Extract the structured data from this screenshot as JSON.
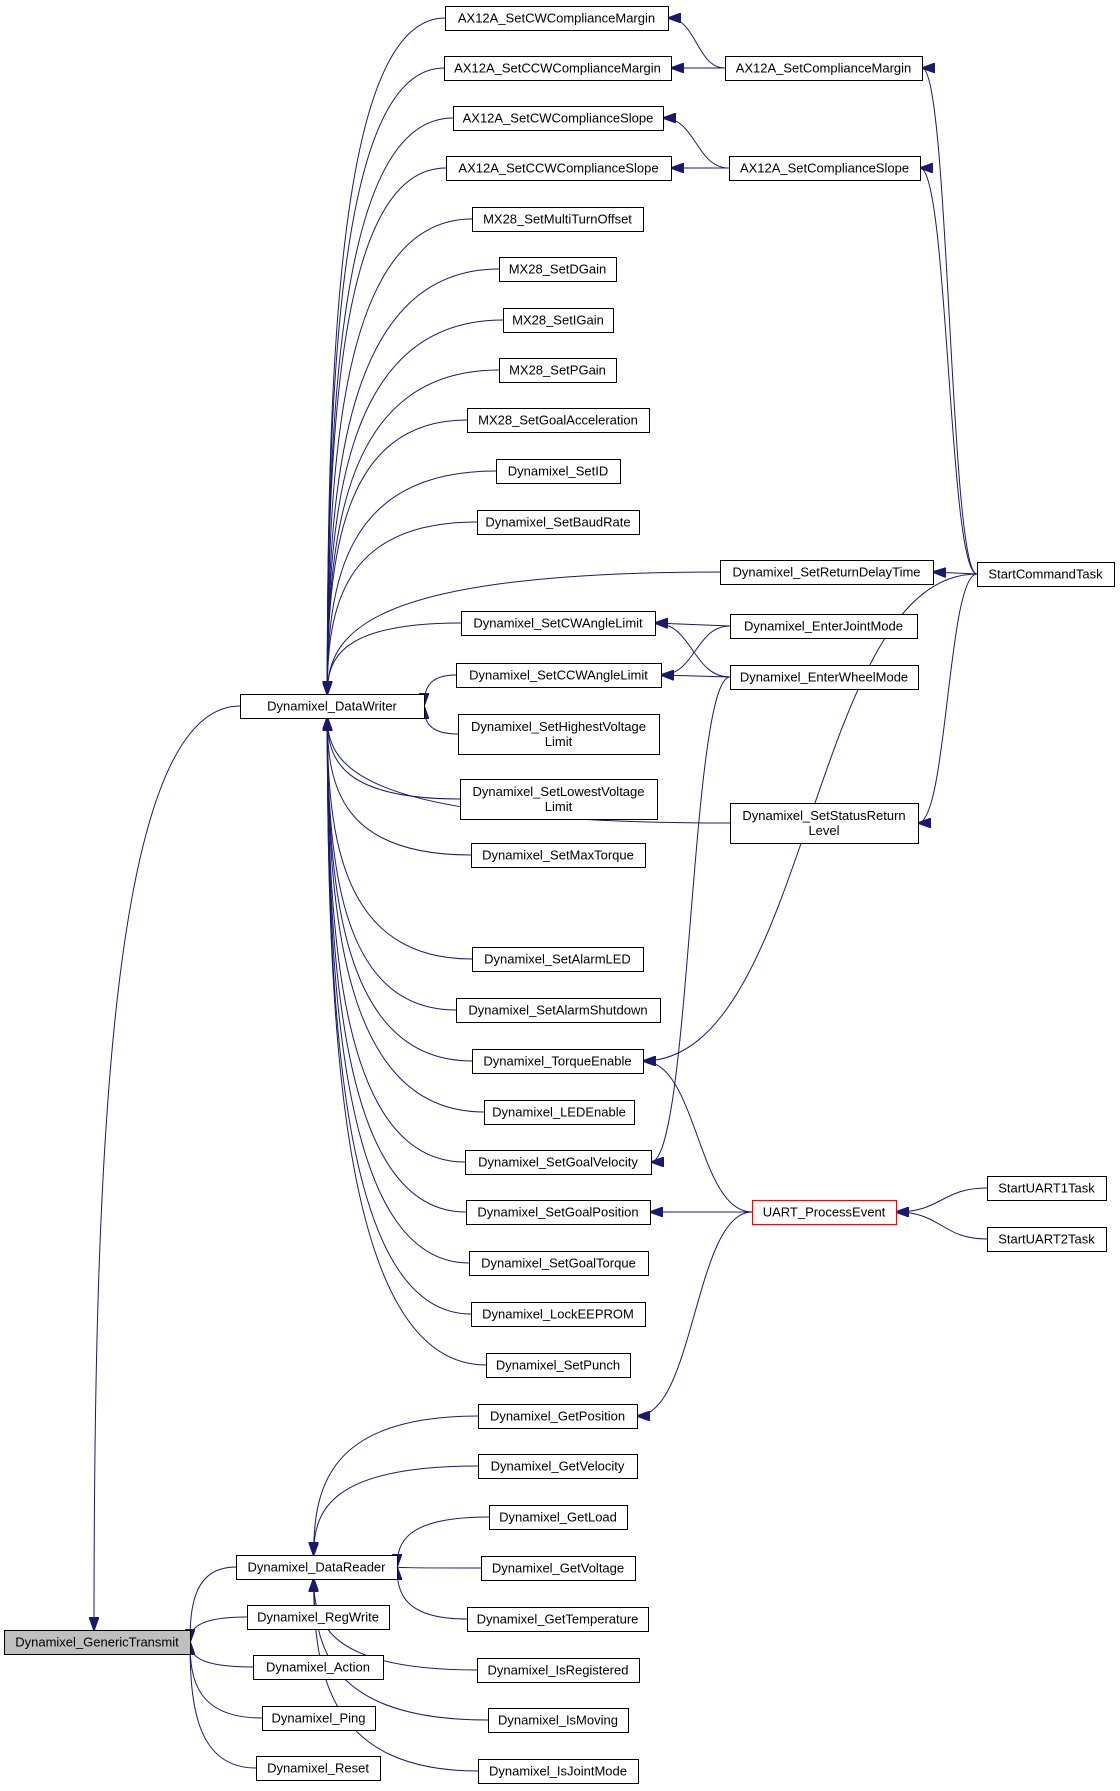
{
  "graph": {
    "nodes": [
      {
        "id": "root",
        "lines": [
          "Dynamixel_GenericTransmit"
        ],
        "style": "root"
      },
      {
        "id": "DW",
        "lines": [
          "Dynamixel_DataWriter"
        ]
      },
      {
        "id": "DR",
        "lines": [
          "Dynamixel_DataReader"
        ]
      },
      {
        "id": "RW",
        "lines": [
          "Dynamixel_RegWrite"
        ]
      },
      {
        "id": "ACT",
        "lines": [
          "Dynamixel_Action"
        ]
      },
      {
        "id": "PING",
        "lines": [
          "Dynamixel_Ping"
        ]
      },
      {
        "id": "RST",
        "lines": [
          "Dynamixel_Reset"
        ]
      },
      {
        "id": "A1",
        "lines": [
          "AX12A_SetCWComplianceMargin"
        ]
      },
      {
        "id": "A2",
        "lines": [
          "AX12A_SetCCWComplianceMargin"
        ]
      },
      {
        "id": "A3",
        "lines": [
          "AX12A_SetCWComplianceSlope"
        ]
      },
      {
        "id": "A4",
        "lines": [
          "AX12A_SetCCWComplianceSlope"
        ]
      },
      {
        "id": "M1",
        "lines": [
          "MX28_SetMultiTurnOffset"
        ]
      },
      {
        "id": "M2",
        "lines": [
          "MX28_SetDGain"
        ]
      },
      {
        "id": "M3",
        "lines": [
          "MX28_SetIGain"
        ]
      },
      {
        "id": "M4",
        "lines": [
          "MX28_SetPGain"
        ]
      },
      {
        "id": "M5",
        "lines": [
          "MX28_SetGoalAcceleration"
        ]
      },
      {
        "id": "D1",
        "lines": [
          "Dynamixel_SetID"
        ]
      },
      {
        "id": "D2",
        "lines": [
          "Dynamixel_SetBaudRate"
        ]
      },
      {
        "id": "D3",
        "lines": [
          "Dynamixel_SetReturnDelayTime"
        ]
      },
      {
        "id": "D4",
        "lines": [
          "Dynamixel_SetCWAngleLimit"
        ]
      },
      {
        "id": "D5",
        "lines": [
          "Dynamixel_SetCCWAngleLimit"
        ]
      },
      {
        "id": "D6",
        "lines": [
          "Dynamixel_SetHighestVoltage",
          "Limit"
        ]
      },
      {
        "id": "D7",
        "lines": [
          "Dynamixel_SetLowestVoltage",
          "Limit"
        ]
      },
      {
        "id": "D8",
        "lines": [
          "Dynamixel_SetMaxTorque"
        ]
      },
      {
        "id": "D9",
        "lines": [
          "Dynamixel_SetStatusReturn",
          "Level"
        ]
      },
      {
        "id": "D10",
        "lines": [
          "Dynamixel_SetAlarmLED"
        ]
      },
      {
        "id": "D11",
        "lines": [
          "Dynamixel_SetAlarmShutdown"
        ]
      },
      {
        "id": "D12",
        "lines": [
          "Dynamixel_TorqueEnable"
        ]
      },
      {
        "id": "D13",
        "lines": [
          "Dynamixel_LEDEnable"
        ]
      },
      {
        "id": "D14",
        "lines": [
          "Dynamixel_SetGoalVelocity"
        ]
      },
      {
        "id": "D15",
        "lines": [
          "Dynamixel_SetGoalPosition"
        ]
      },
      {
        "id": "D16",
        "lines": [
          "Dynamixel_SetGoalTorque"
        ]
      },
      {
        "id": "D17",
        "lines": [
          "Dynamixel_LockEEPROM"
        ]
      },
      {
        "id": "D18",
        "lines": [
          "Dynamixel_SetPunch"
        ]
      },
      {
        "id": "R1",
        "lines": [
          "Dynamixel_GetPosition"
        ]
      },
      {
        "id": "R2",
        "lines": [
          "Dynamixel_GetVelocity"
        ]
      },
      {
        "id": "R3",
        "lines": [
          "Dynamixel_GetLoad"
        ]
      },
      {
        "id": "R4",
        "lines": [
          "Dynamixel_GetVoltage"
        ]
      },
      {
        "id": "R5",
        "lines": [
          "Dynamixel_GetTemperature"
        ]
      },
      {
        "id": "R6",
        "lines": [
          "Dynamixel_IsRegistered"
        ]
      },
      {
        "id": "R7",
        "lines": [
          "Dynamixel_IsMoving"
        ]
      },
      {
        "id": "R8",
        "lines": [
          "Dynamixel_IsJointMode"
        ]
      },
      {
        "id": "CM",
        "lines": [
          "AX12A_SetComplianceMargin"
        ]
      },
      {
        "id": "CS",
        "lines": [
          "AX12A_SetComplianceSlope"
        ]
      },
      {
        "id": "JM",
        "lines": [
          "Dynamixel_EnterJointMode"
        ]
      },
      {
        "id": "WM",
        "lines": [
          "Dynamixel_EnterWheelMode"
        ]
      },
      {
        "id": "UPE",
        "lines": [
          "UART_ProcessEvent"
        ],
        "style": "red"
      },
      {
        "id": "SCT",
        "lines": [
          "StartCommandTask"
        ]
      },
      {
        "id": "SU1",
        "lines": [
          "StartUART1Task"
        ]
      },
      {
        "id": "SU2",
        "lines": [
          "StartUART2Task"
        ]
      }
    ],
    "edges": [
      [
        "DW",
        "root"
      ],
      [
        "DR",
        "root"
      ],
      [
        "RW",
        "root"
      ],
      [
        "ACT",
        "root"
      ],
      [
        "PING",
        "root"
      ],
      [
        "RST",
        "root"
      ],
      [
        "A1",
        "DW"
      ],
      [
        "A2",
        "DW"
      ],
      [
        "A3",
        "DW"
      ],
      [
        "A4",
        "DW"
      ],
      [
        "M1",
        "DW"
      ],
      [
        "M2",
        "DW"
      ],
      [
        "M3",
        "DW"
      ],
      [
        "M4",
        "DW"
      ],
      [
        "M5",
        "DW"
      ],
      [
        "D1",
        "DW"
      ],
      [
        "D2",
        "DW"
      ],
      [
        "D3",
        "DW"
      ],
      [
        "D4",
        "DW"
      ],
      [
        "D5",
        "DW"
      ],
      [
        "D6",
        "DW"
      ],
      [
        "D7",
        "DW"
      ],
      [
        "D8",
        "DW"
      ],
      [
        "D9",
        "DW"
      ],
      [
        "D10",
        "DW"
      ],
      [
        "D11",
        "DW"
      ],
      [
        "D12",
        "DW"
      ],
      [
        "D13",
        "DW"
      ],
      [
        "D14",
        "DW"
      ],
      [
        "D15",
        "DW"
      ],
      [
        "D16",
        "DW"
      ],
      [
        "D17",
        "DW"
      ],
      [
        "D18",
        "DW"
      ],
      [
        "R1",
        "DR"
      ],
      [
        "R2",
        "DR"
      ],
      [
        "R3",
        "DR"
      ],
      [
        "R4",
        "DR"
      ],
      [
        "R5",
        "DR"
      ],
      [
        "R6",
        "DR"
      ],
      [
        "R7",
        "DR"
      ],
      [
        "R8",
        "DR"
      ],
      [
        "CM",
        "A1"
      ],
      [
        "CM",
        "A2"
      ],
      [
        "CS",
        "A3"
      ],
      [
        "CS",
        "A4"
      ],
      [
        "SCT",
        "CM"
      ],
      [
        "SCT",
        "CS"
      ],
      [
        "SCT",
        "D3"
      ],
      [
        "SCT",
        "D9"
      ],
      [
        "SCT",
        "D12"
      ],
      [
        "JM",
        "D4"
      ],
      [
        "JM",
        "D5"
      ],
      [
        "WM",
        "D4"
      ],
      [
        "WM",
        "D5"
      ],
      [
        "WM",
        "D14"
      ],
      [
        "UPE",
        "D12"
      ],
      [
        "UPE",
        "D15"
      ],
      [
        "UPE",
        "R1"
      ],
      [
        "SU1",
        "UPE"
      ],
      [
        "SU2",
        "UPE"
      ]
    ]
  }
}
